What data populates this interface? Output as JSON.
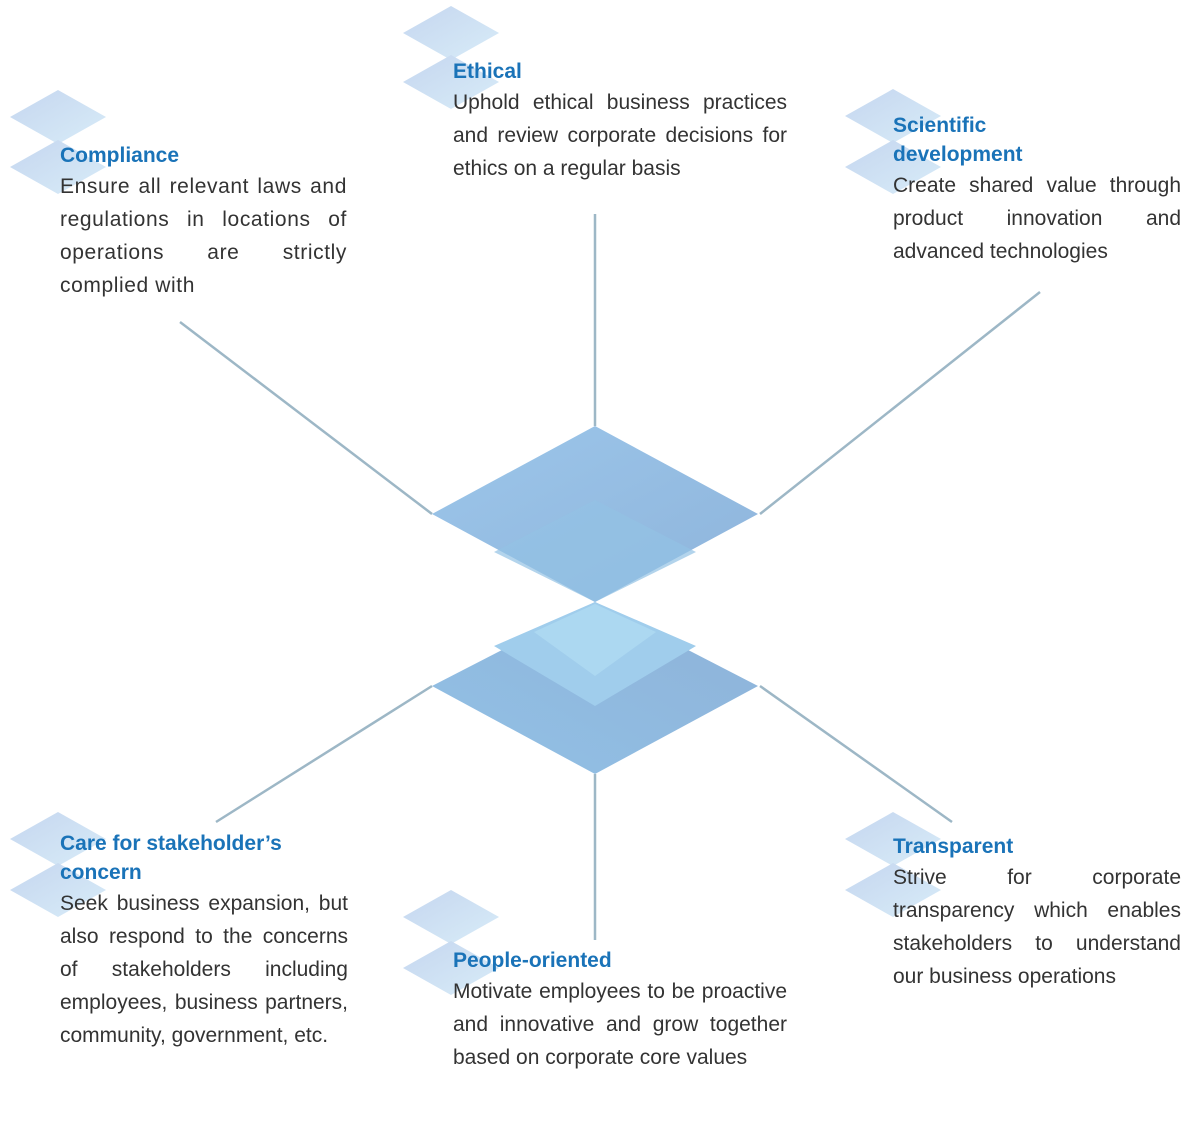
{
  "values": [
    {
      "id": "compliance",
      "title": "Compliance",
      "description": "Ensure all relevant laws and regulations in locations of operations are strictly complied with"
    },
    {
      "id": "ethical",
      "title": "Ethical",
      "description": "Uphold ethical business practices and review corporate decisions for ethics on a regular basis"
    },
    {
      "id": "scientific",
      "title": "Scientific development",
      "description": "Create shared value through product innovation and advanced technologies"
    },
    {
      "id": "care",
      "title": "Care for stakeholder’s concern",
      "description": "Seek business expansion, but also respond to the concerns of stakeholders including employees, business partners, community, government, etc."
    },
    {
      "id": "people",
      "title": "People-oriented",
      "description": "Motivate employees to be proactive and innovative and grow together based on corporate core values"
    },
    {
      "id": "transparent",
      "title": "Transparent",
      "description": "Strive for corporate transparency which enables stakeholders to understand our business operations"
    }
  ],
  "colors": {
    "title": "#1a73b8",
    "text": "#333333",
    "connector": "#9db7c6",
    "diamond_light": "#a8d3ee",
    "diamond_mid": "#93c2e4",
    "diamond_dark": "#8fb5da",
    "icon_light": "#d6ebf8",
    "icon_dark": "#b9cde8"
  }
}
